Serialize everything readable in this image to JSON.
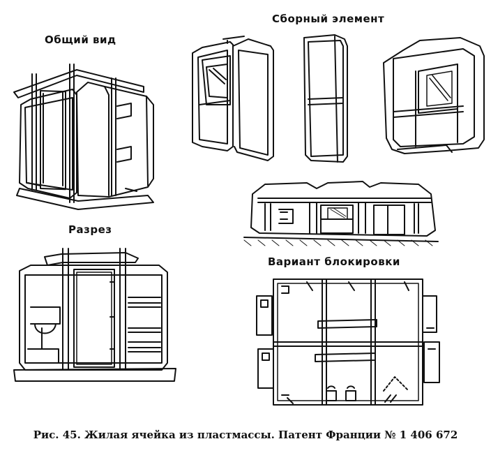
{
  "labels": {
    "general_view": "Общий вид",
    "assembly_element": "Сборный элемент",
    "section": "Разрез",
    "blocking_variant": "Вариант блокировки"
  },
  "caption": "Рис. 45. Жилая ячейка из пластмассы. Патент Франции № 1 406 672"
}
